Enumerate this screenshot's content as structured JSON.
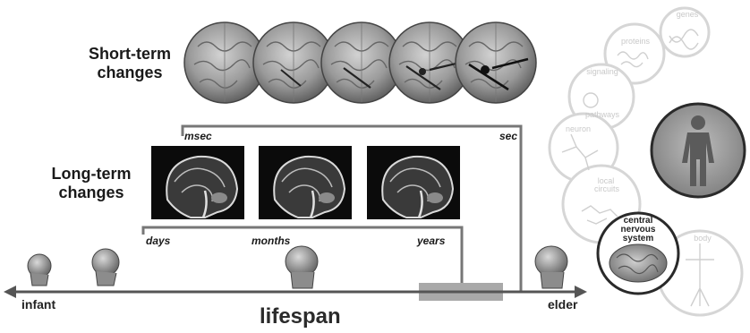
{
  "labels": {
    "short_term": [
      "Short-term",
      "changes"
    ],
    "long_term": [
      "Long-term",
      "changes"
    ],
    "msec": "msec",
    "sec": "sec",
    "days": "days",
    "months": "months",
    "years": "years",
    "infant": "infant",
    "elder": "elder",
    "lifespan": "lifespan"
  },
  "hierarchy": {
    "genes": "genes",
    "proteins": "proteins",
    "signaling": "signaling",
    "pathways": "pathways",
    "neuron": "neuron",
    "local": "local",
    "circuits": "circuits",
    "cns": [
      "central",
      "nervous",
      "system"
    ],
    "body": "body"
  },
  "icons": {
    "brain_slice": "brain-slice-image",
    "mri": "sagittal-mri-image",
    "head": "head-model-icon",
    "human": "human-silhouette-icon"
  },
  "colors": {
    "text": "#1a1a1a",
    "faded": "#d6d6d6",
    "lifespan_bar": "#a9a9a9",
    "ring_dark": "#2a2a2a"
  }
}
